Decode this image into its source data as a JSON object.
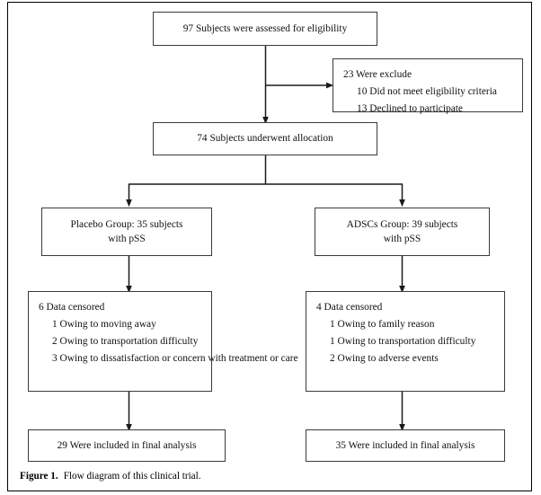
{
  "figure": {
    "caption_label": "Figure 1.",
    "caption_text": "Flow diagram of this clinical trial."
  },
  "nodes": {
    "assessed": {
      "text": "97 Subjects were assessed for eligibility"
    },
    "excluded": {
      "head": "23 Were exclude",
      "items": [
        "10 Did not meet eligibility criteria",
        "13 Declined to participate"
      ]
    },
    "allocation": {
      "text": "74 Subjects underwent allocation"
    },
    "placebo_group": {
      "line1": "Placebo Group: 35 subjects",
      "line2": "with pSS"
    },
    "adscs_group": {
      "line1": "ADSCs Group: 39 subjects",
      "line2": "with pSS"
    },
    "placebo_censored": {
      "head": "6 Data censored",
      "items": [
        "1 Owing to moving away",
        "2 Owing to transportation difficulty"
      ],
      "item_wrap_start": "3   Owing   to   dissatisfaction   or",
      "item_wrap_cont": "concern with treatment or care"
    },
    "adscs_censored": {
      "head": "4 Data censored",
      "items": [
        "1 Owing to family reason",
        "1 Owing to transportation difficulty",
        "2 Owing to adverse events"
      ]
    },
    "placebo_final": {
      "text": "29 Were included in final analysis"
    },
    "adscs_final": {
      "text": "35 Were included in final analysis"
    }
  },
  "colors": {
    "box_border": "#3b3b3b",
    "frame_border": "#000000",
    "connector": "#1a1a1a",
    "background": "#ffffff",
    "text": "#111111"
  }
}
